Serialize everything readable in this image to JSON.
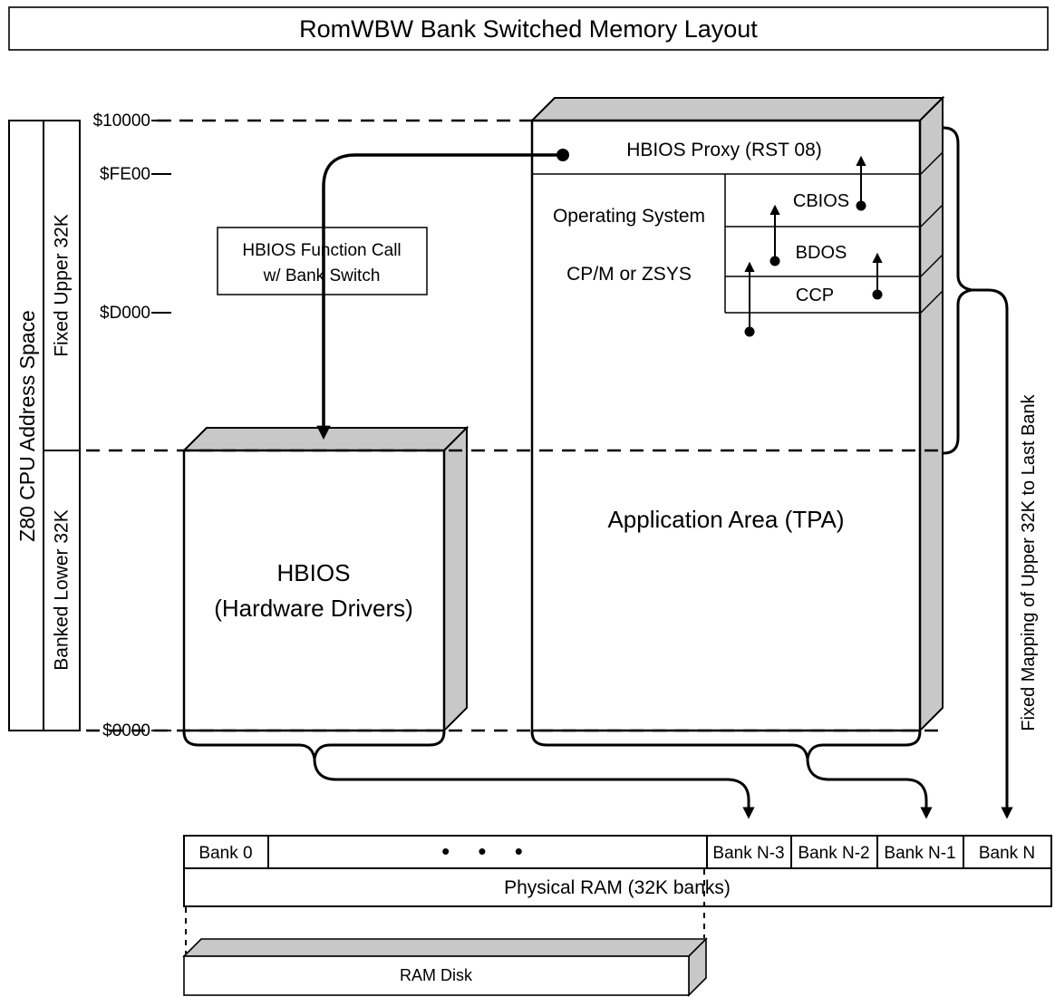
{
  "title": "RomWBW Bank Switched Memory Layout",
  "left_axis": {
    "address_space": "Z80 CPU Address Space",
    "fixed_upper": "Fixed Upper 32K",
    "banked_lower": "Banked Lower 32K",
    "addresses": [
      "$10000",
      "$FE00",
      "$D000",
      "$0000"
    ]
  },
  "callout": {
    "line1": "HBIOS Function Call",
    "line2": "w/ Bank Switch"
  },
  "memory_map": {
    "hbios_proxy": "HBIOS Proxy (RST 08)",
    "os_line1": "Operating System",
    "os_line2": "CP/M or ZSYS",
    "cbios": "CBIOS",
    "bdos": "BDOS",
    "ccp": "CCP",
    "tpa": "Application Area (TPA)",
    "hbios_line1": "HBIOS",
    "hbios_line2": "(Hardware Drivers)"
  },
  "right_note": "Fixed Mapping of Upper 32K to Last Bank",
  "ram": {
    "bank0": "Bank 0",
    "dots": "• • •",
    "bank_n3": "Bank N-3",
    "bank_n2": "Bank N-2",
    "bank_n1": "Bank N-1",
    "bank_n": "Bank N",
    "physical": "Physical RAM (32K banks)",
    "ram_disk": "RAM Disk"
  },
  "colors": {
    "shade": "#c8c8c8",
    "ink": "#000000",
    "paper": "#ffffff"
  }
}
